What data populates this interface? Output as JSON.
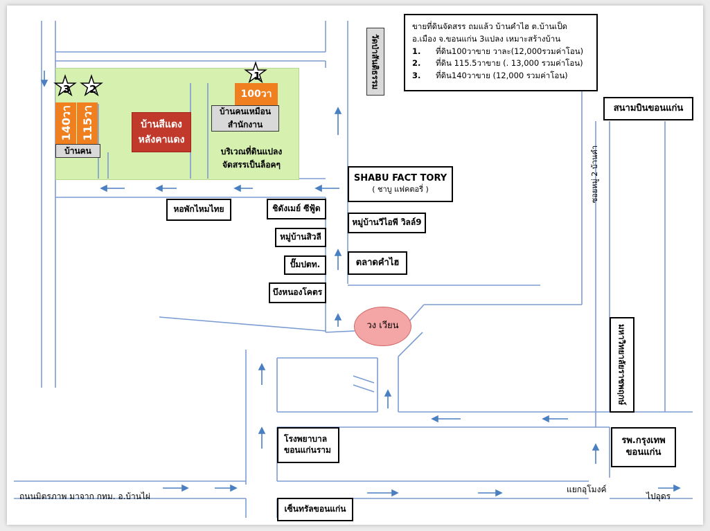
{
  "notice": {
    "line1": "ขายที่ดินจัดสรร ถมแล้ว  บ้านคำไฮ ต.บ้านเป็ด",
    "line2": "อ.เมือง จ.ขอนแก่น 3แปลง เหมาะสร้างบ้าน",
    "items": [
      {
        "num": "1.",
        "text": "ที่ดิน100วาขาย วาละ(12,000รวมค่าโอน)"
      },
      {
        "num": "2.",
        "text": "ที่ดิน 115.5วาขาย (. 13,000 รวมค่าโอน)"
      },
      {
        "num": "3.",
        "text": "ที่ดิน140วาขาย (12,000 รวมค่าโอน)"
      }
    ]
  },
  "plots": {
    "plot1": {
      "star": "1",
      "size": "100วา"
    },
    "plot2": {
      "star": "2",
      "size": "115วา"
    },
    "plot3": {
      "star": "3",
      "size": "140วา"
    }
  },
  "landmarks": {
    "temple": "วัดป่าสันติธรรม",
    "house_neighbor": "บ้านคน",
    "red_house": "บ้านสีแดง หลังคาแดง",
    "office": "บ้านคนเหมือน สำนักงาน",
    "subdivision_note": "บริเวณที่ดินแปลง จัดสรรเป็นล็อคๆ",
    "shabu_title": "SHABU FACT TORY",
    "shabu_sub": "( ชาบู แฟคตอรี่ )",
    "dorm": "หอพักไหมไทย",
    "seafood": "ชิดังเมย์ ซีฟู้ด",
    "village_vip": "หมู่บ้านวีไอพี วิลล์9",
    "village_sawali": "หมู่บ้านสิวลี",
    "gas_station": "ปั๊มปตท.",
    "bueng": "บึงหนองโคตร",
    "market": "ตลาดคำไฮ",
    "roundabout": "วง เวียน",
    "airport": "สนามบินขอนแก่น",
    "alley": "ซอยหมู่ 2 บ้านคำ",
    "rajapruek": "มหาวิทยาลัยราชพฤกษ์",
    "hospital_ram": "โรงพยาบาล ขอนแก่นราม",
    "bangkok_hosp": "รพ.กรุงเทพ ขอนแก่น",
    "central": "เซ็นทรัลขอนแก่น",
    "main_road": "ถนนมิตรภาพ มาจาก  กทม. อ.บ้านไผ่",
    "junction": "แยกอุโมงค์",
    "to_udon": "ไปอุดร"
  },
  "colors": {
    "plot_orange": "#f07f1f",
    "land_green": "#d6f0b0",
    "arrow_blue": "#4a7fc1",
    "roundabout_pink": "#f4a5a5"
  }
}
